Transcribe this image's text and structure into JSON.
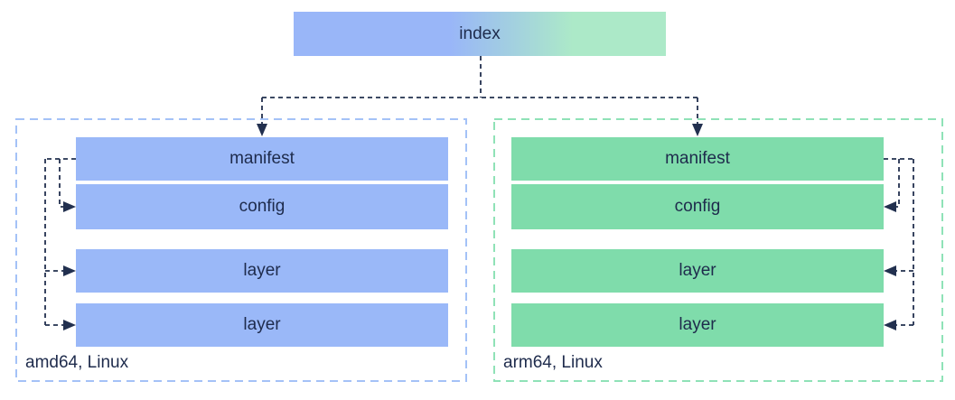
{
  "index": {
    "label": "index"
  },
  "groups": [
    {
      "caption": "amd64, Linux",
      "boxes": [
        {
          "label": "manifest"
        },
        {
          "label": "config"
        },
        {
          "label": "layer"
        },
        {
          "label": "layer"
        }
      ]
    },
    {
      "caption": "arm64, Linux",
      "boxes": [
        {
          "label": "manifest"
        },
        {
          "label": "config"
        },
        {
          "label": "layer"
        },
        {
          "label": "layer"
        }
      ]
    }
  ],
  "colors": {
    "blue-fill": "#9ab8f8",
    "green-fill": "#7fdcab",
    "blue-border": "#a4c2f7",
    "green-border": "#8fe2b7",
    "gradient-start": "#99b6f8",
    "gradient-end": "#ace9c8",
    "connector": "#22304f",
    "text": "#1e2b4c"
  }
}
